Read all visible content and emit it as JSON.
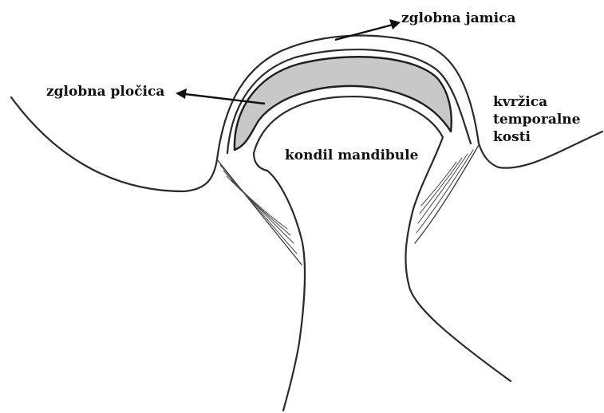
{
  "labels": {
    "articular_fossa": "zglobna jamica",
    "articular_disc": "zglobna pločica",
    "mandibular_condyle": "kondil mandibule",
    "temporal_tubercle": [
      "kvržica",
      "temporalne",
      "kosti"
    ]
  },
  "colors": {
    "disc_fill": "#c8c8c8",
    "line": "#2a2a2a",
    "background": "#ffffff"
  }
}
